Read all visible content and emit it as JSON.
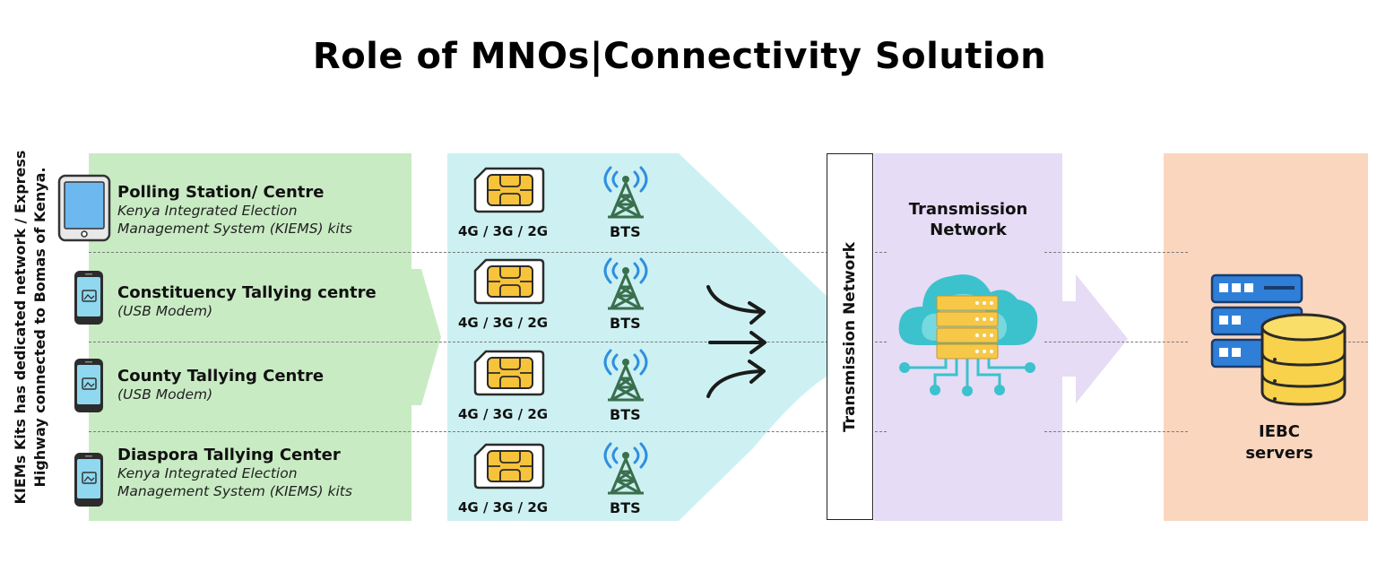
{
  "title": "Role of MNOs|Connectivity Solution",
  "side_note": {
    "line1": "KIEMs Kits has dedicated network / Express",
    "line2": "Highway connected to Bomas of Kenya."
  },
  "locations": [
    {
      "title": "Polling Station/ Centre",
      "sub1": "Kenya Integrated Election",
      "sub2": "Management System (KIEMS) kits",
      "icon": "tablet-icon"
    },
    {
      "title": "Constituency Tallying centre",
      "sub1": "(USB Modem)",
      "sub2": "",
      "icon": "phone-icon"
    },
    {
      "title": "County Tallying Centre",
      "sub1": "(USB Modem)",
      "sub2": "",
      "icon": "phone-icon"
    },
    {
      "title": "Diaspora Tallying Center",
      "sub1": "Kenya Integrated Election",
      "sub2": "Management System (KIEMS) kits",
      "icon": "phone-icon"
    }
  ],
  "mno_rows": [
    {
      "network": "4G / 3G / 2G",
      "tower": "BTS"
    },
    {
      "network": "4G / 3G / 2G",
      "tower": "BTS"
    },
    {
      "network": "4G / 3G / 2G",
      "tower": "BTS"
    },
    {
      "network": "4G / 3G / 2G",
      "tower": "BTS"
    }
  ],
  "transmission_box_label": "Transmission Network",
  "transmission_label": {
    "line1": "Transmission",
    "line2": "Network"
  },
  "servers_label": {
    "line1": "IEBC",
    "line2": "servers"
  },
  "colors": {
    "green_panel": "#c9ebc4",
    "teal_panel": "#cdf1f2",
    "lavender_panel": "#e6dcf5",
    "peach_panel": "#fbd6bf",
    "sim_gold": "#f7c33a",
    "tower_green": "#3a6f4e",
    "signal_blue": "#2f8fe0",
    "cloud_teal": "#3cc2cc",
    "server_blue": "#2f7fd8",
    "db_yellow": "#f7d24a"
  }
}
